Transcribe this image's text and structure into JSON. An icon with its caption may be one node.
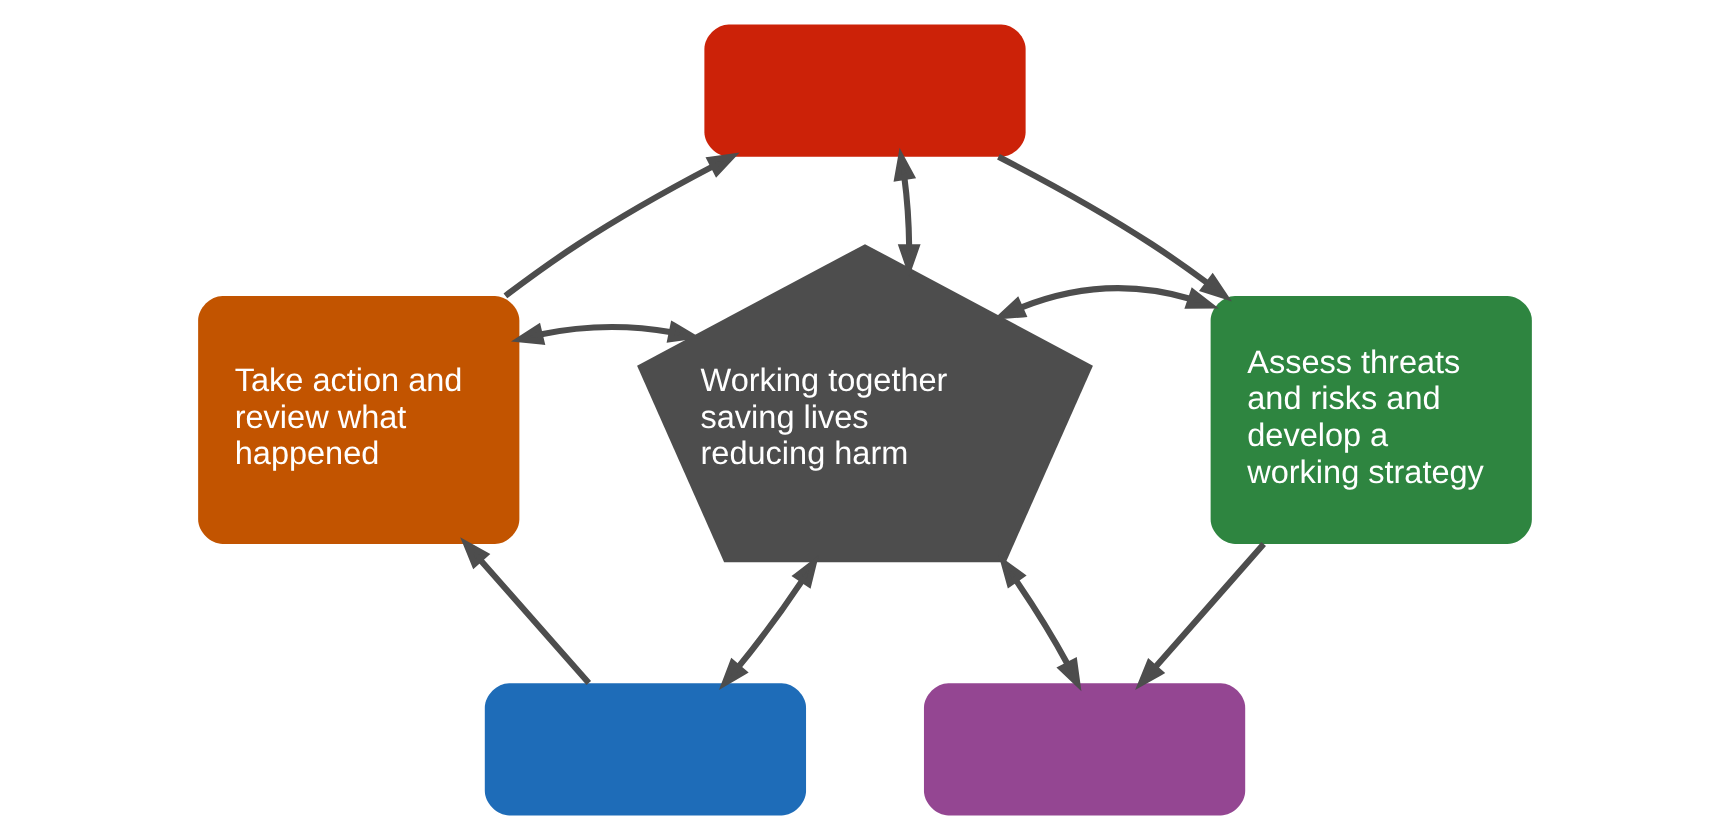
{
  "diagram": {
    "nodes": [
      {
        "text": [],
        "shape": "box"
      },
      {
        "text": [
          "Take action and review what happened"
        ]
      },
      {
        "text": [
          "Assess threats and risks and develop a working strategy"
        ]
      },
      {
        "text": [
          "Working together saving lives reducing harm"
        ]
      },
      {
        "text": [],
        "shape": "box"
      },
      {
        "text": [],
        "shape": "box"
      }
    ],
    "edges": [
      {
        "from": 3,
        "to": 0,
        "arrow": "both"
      },
      {
        "from": 3,
        "to": 1,
        "arrow": "both"
      },
      {
        "from": 3,
        "to": 2,
        "arrow": "both"
      },
      {
        "from": 3,
        "to": 4,
        "arrow": "both"
      },
      {
        "from": 3,
        "to": 5,
        "arrow": "both"
      },
      {
        "from": 1,
        "to": 0,
        "arrow": "to"
      },
      {
        "from": 0,
        "to": 2,
        "arrow": "to"
      },
      {
        "from": 2,
        "to": 5,
        "arrow": "to"
      },
      {
        "from": 4,
        "to": 1,
        "arrow": "to"
      }
    ]
  }
}
